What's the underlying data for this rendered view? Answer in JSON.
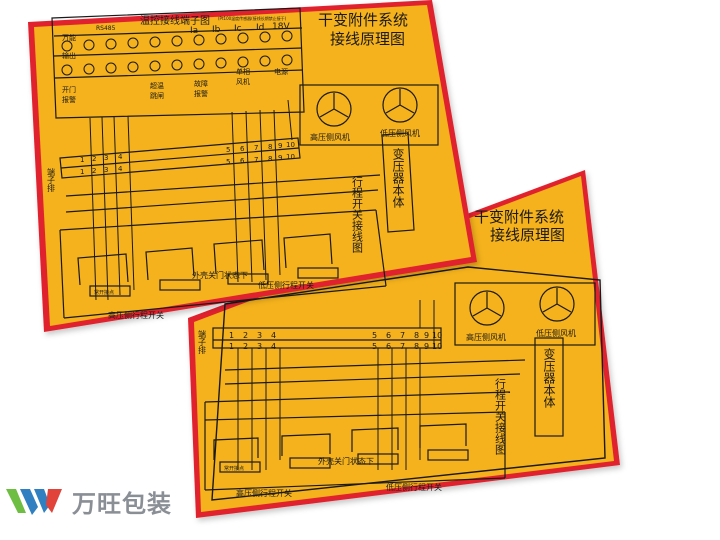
{
  "colors": {
    "background": "#ffffff",
    "plate": "#f5b21a",
    "plate_border": "#e0242d",
    "ink": "#1a1a1a",
    "watermark_text": "#8a8f96",
    "logo_green": "#6fbe44",
    "logo_blue": "#2f7fc1",
    "logo_red": "#e1433b"
  },
  "watermark": {
    "logo_icon": "wangwang-logo-icon",
    "text": "万旺包装"
  },
  "plate_back": {
    "title_line1": "干变附件系统",
    "title_line2": "接线原理图",
    "header": "温控接线端子图",
    "rs485": "RS485",
    "header_note": "(Pt100温度传感器(接线长期禁止接于)",
    "terminal_tags": [
      "Ia",
      "Ib",
      "Ic",
      "Id",
      "18V"
    ],
    "bottom_labels": [
      "万能",
      "输出",
      "开门",
      "报警",
      "超温",
      "跳闸",
      "故障",
      "报警",
      "单相",
      "风机",
      "电源"
    ],
    "fan_high": "高压侧风机",
    "fan_low": "低压侧风机",
    "terminal_block": "端子排",
    "transformer_body": "变压器本体",
    "stroke_switch_wiring": "行程开关接线图",
    "high_side_switch": "高压侧行程开关",
    "low_side_switch": "低压侧行程开关",
    "door_state": "外壳关门状态下",
    "normally_open": "常开接点"
  },
  "plate_front": {
    "title_line1": "干变附件系统",
    "title_line2": "接线原理图",
    "fan_high": "高压侧风机",
    "fan_low": "低压侧风机",
    "terminal_block": "端子排",
    "transformer_body": "变压器本体",
    "stroke_switch_wiring": "行程开关接线图",
    "high_side_switch": "高压侧行程开关",
    "low_side_switch": "低压侧行程开关",
    "door_state": "外壳关门状态下",
    "normally_open": "常开接点"
  }
}
